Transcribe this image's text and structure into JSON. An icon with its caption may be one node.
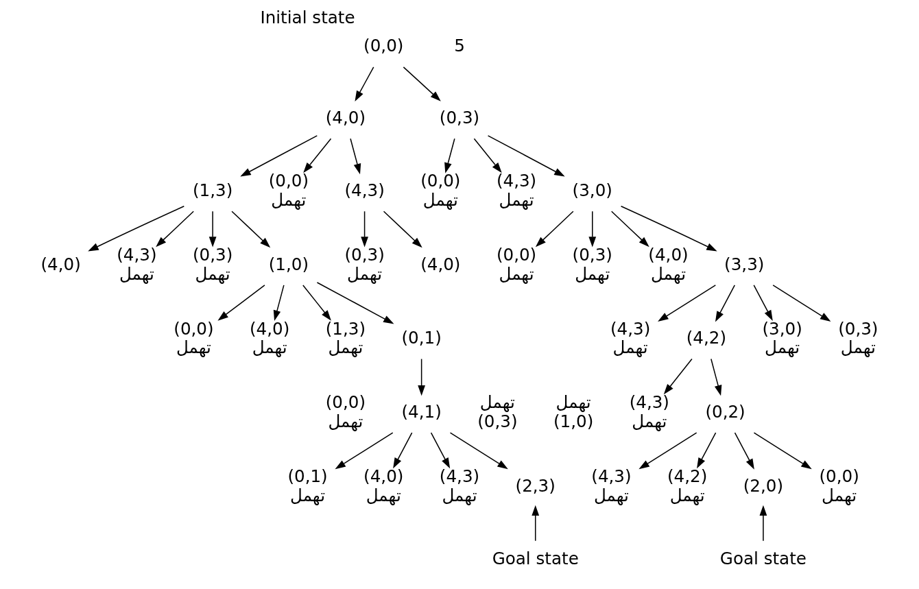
{
  "diagram": {
    "nodes": [
      {
        "text": [
          "(0,0)"
        ],
        "beside": [
          "Initial state"
        ]
      },
      {
        "text": [
          "(4,0)"
        ]
      },
      {
        "text": [
          "(0,3)"
        ]
      },
      {
        "text": [
          "(1,3)"
        ]
      },
      {
        "text": [
          "(0,0)",
          "تهمل"
        ]
      },
      {
        "text": [
          "(4,3)"
        ]
      },
      {
        "text": [
          "(0,0)",
          "تهمل"
        ]
      },
      {
        "text": [
          "(4,3)",
          "تهمل"
        ]
      },
      {
        "text": [
          "(3,0)"
        ]
      },
      {
        "text": [
          "(4,0)",
          "تهمل"
        ]
      },
      {
        "text": [
          "(3,3)"
        ]
      },
      {
        "text": [
          "(0,0)",
          "تهمل"
        ]
      },
      {
        "text": [
          "(0,3)",
          "تهمل"
        ]
      },
      {
        "text": [
          "(0,3)",
          "تهمل"
        ]
      },
      {
        "text": [
          "(1,0)"
        ]
      },
      {
        "text": [
          "(4,0)"
        ]
      },
      {
        "text": [
          "(4,3)",
          "تهمل"
        ]
      },
      {
        "text": [
          "(0,3)",
          "تهمل"
        ]
      },
      {
        "text": [
          "(4,0)"
        ]
      },
      {
        "text": [
          "(4,3)",
          "تهمل"
        ]
      },
      {
        "text": [
          "(4,2)"
        ]
      },
      {
        "text": [
          "(3,0)",
          "تهمل"
        ]
      },
      {
        "text": [
          "(0,3)",
          "تهمل"
        ]
      },
      {
        "text": [
          "(0,0)",
          "تهمل"
        ]
      },
      {
        "text": [
          "(4,0)",
          "تهمل"
        ]
      },
      {
        "text": [
          "(1,3)",
          "تهمل"
        ]
      },
      {
        "text": [
          "(0,1)"
        ]
      },
      {
        "text": [
          "(4,3)",
          "تهمل"
        ]
      },
      {
        "text": [
          "(0,2)"
        ]
      },
      {
        "text": [
          "(0,0)",
          "تهمل"
        ]
      },
      {
        "text": [
          "(4,1)"
        ]
      },
      {
        "text": [
          "تهمل",
          "(0,3)"
        ]
      },
      {
        "text": [
          "تهمل",
          "(1,0)"
        ]
      },
      {
        "text": [
          "(4,3)",
          "تهمل"
        ]
      },
      {
        "text": [
          "(4,2)",
          "تهمل"
        ]
      },
      {
        "text": [
          "(2,0)"
        ]
      },
      {
        "text": [
          "(0,0)",
          "تهمل"
        ]
      },
      {
        "text": [
          "(0,1)",
          "تهمل"
        ]
      },
      {
        "text": [
          "(4,0)",
          "تهمل"
        ]
      },
      {
        "text": [
          "(4,3)",
          "تهمل"
        ]
      },
      {
        "text": [
          "(2,3)"
        ]
      },
      {
        "text": [
          "Goal state"
        ]
      },
      {
        "text": [
          "Goal state"
        ]
      }
    ],
    "edges": [
      {
        "from": 0,
        "to": 1,
        "arrow": "to"
      },
      {
        "from": 0,
        "to": 2,
        "arrow": "to"
      },
      {
        "from": 1,
        "to": 3,
        "arrow": "to"
      },
      {
        "from": 1,
        "to": 4,
        "arrow": "to"
      },
      {
        "from": 1,
        "to": 5,
        "arrow": "to"
      },
      {
        "from": 2,
        "to": 6,
        "arrow": "to"
      },
      {
        "from": 2,
        "to": 7,
        "arrow": "to"
      },
      {
        "from": 2,
        "to": 8,
        "arrow": "to"
      },
      {
        "from": 8,
        "to": 9,
        "arrow": "to"
      },
      {
        "from": 8,
        "to": 10,
        "arrow": "to"
      },
      {
        "from": 8,
        "to": 11,
        "arrow": "to"
      },
      {
        "from": 8,
        "to": 12,
        "arrow": "to"
      },
      {
        "from": 3,
        "to": 13,
        "arrow": "to"
      },
      {
        "from": 3,
        "to": 14,
        "arrow": "to"
      },
      {
        "from": 3,
        "to": 15,
        "arrow": "to"
      },
      {
        "from": 3,
        "to": 16,
        "arrow": "to"
      },
      {
        "from": 5,
        "to": 17,
        "arrow": "to"
      },
      {
        "from": 5,
        "to": 18,
        "arrow": "to"
      },
      {
        "from": 10,
        "to": 19,
        "arrow": "to"
      },
      {
        "from": 10,
        "to": 20,
        "arrow": "to"
      },
      {
        "from": 10,
        "to": 21,
        "arrow": "to"
      },
      {
        "from": 10,
        "to": 22,
        "arrow": "to"
      },
      {
        "from": 14,
        "to": 23,
        "arrow": "to"
      },
      {
        "from": 14,
        "to": 24,
        "arrow": "to"
      },
      {
        "from": 14,
        "to": 25,
        "arrow": "to"
      },
      {
        "from": 14,
        "to": 26,
        "arrow": "to"
      },
      {
        "from": 20,
        "to": 27,
        "arrow": "to"
      },
      {
        "from": 20,
        "to": 28,
        "arrow": "to"
      },
      {
        "from": 26,
        "to": 30,
        "arrow": "to"
      },
      {
        "from": 28,
        "to": 33,
        "arrow": "to"
      },
      {
        "from": 28,
        "to": 34,
        "arrow": "to"
      },
      {
        "from": 28,
        "to": 35,
        "arrow": "to"
      },
      {
        "from": 28,
        "to": 36,
        "arrow": "to"
      },
      {
        "from": 30,
        "to": 37,
        "arrow": "to"
      },
      {
        "from": 30,
        "to": 38,
        "arrow": "to"
      },
      {
        "from": 30,
        "to": 39,
        "arrow": "to"
      },
      {
        "from": 30,
        "to": 40,
        "arrow": "to"
      },
      {
        "from": 41,
        "to": 35,
        "arrow": "to"
      },
      {
        "from": 42,
        "to": 40,
        "arrow": "to"
      }
    ],
    "labels": [
      "5"
    ]
  }
}
